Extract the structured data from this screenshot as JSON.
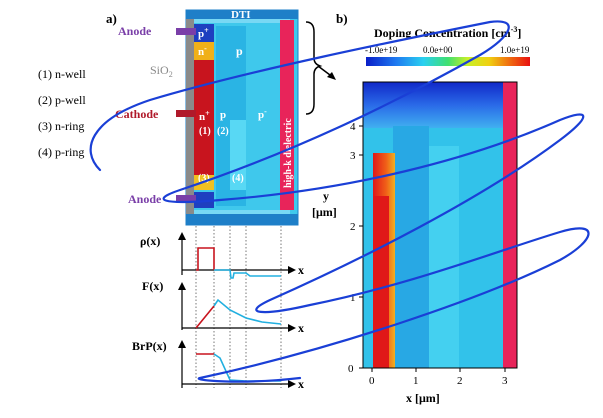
{
  "panel_a": {
    "label": "a)",
    "dti_label": "DTI",
    "anode_top_label": "Anode",
    "cathode_label": "Cathode",
    "anode_bottom_label": "Anode",
    "sio2_label": "SiO",
    "sio2_sub": "2",
    "p_plus_label": "p",
    "p_plus_sup": "+",
    "n_minus_label": "n",
    "n_minus_sup": "-",
    "p_upper_label": "p",
    "n_plus_label": "n",
    "n_plus_sup": "+",
    "p_mid_label": "p",
    "p_minus_label": "p",
    "p_minus_sup": "-",
    "dielectric_label": "high-k dielectric",
    "region_1_label": "(1)",
    "region_2_label": "(2)",
    "region_3_label": "(3)",
    "region_4_label": "(4)",
    "y_axis_label": "y",
    "y_axis_unit": "[μm]",
    "legend": [
      "(1) n-well",
      "(2) p-well",
      "(3) n-ring",
      "(4) p-ring"
    ]
  },
  "profile_plots": {
    "rho_label": "ρ(x)",
    "field_label": "F(x)",
    "brp_label": "BrP(x)",
    "x_label": "x"
  },
  "panel_b": {
    "label": "b)",
    "title": "Doping Concentration [cm",
    "title_sup": "-3",
    "title_end": "]",
    "colorbar_ticks": [
      "-1.0e+19",
      "0.0e+00",
      "1.0e+19"
    ],
    "y_ticks": [
      "0",
      "1",
      "2",
      "3",
      "4"
    ],
    "x_ticks": [
      "0",
      "1",
      "2",
      "3"
    ],
    "x_axis_label": "x [μm]"
  },
  "chart_data": {
    "type": "heatmap",
    "title": "Doping Concentration [cm-3]",
    "xlabel": "x [μm]",
    "ylabel": "y [μm]",
    "xlim": [
      -0.1,
      3.3
    ],
    "ylim": [
      -0.2,
      4.8
    ],
    "colorbar_range": [
      -1e+19,
      1e+19
    ],
    "colorbar_ticks": [
      -1e+19,
      0.0,
      1e+19
    ]
  },
  "colors": {
    "annotation_stroke": "#1a3fd6",
    "anode_text": "#7a3fa8",
    "cathode_text": "#b0192a",
    "dielectric": "#e8245a",
    "dti": "#1e7fc8",
    "n_plus": "#c8141e",
    "substrate": "#3fc8ec",
    "trace_red": "#c8141e",
    "trace_cyan": "#22b0e0"
  }
}
